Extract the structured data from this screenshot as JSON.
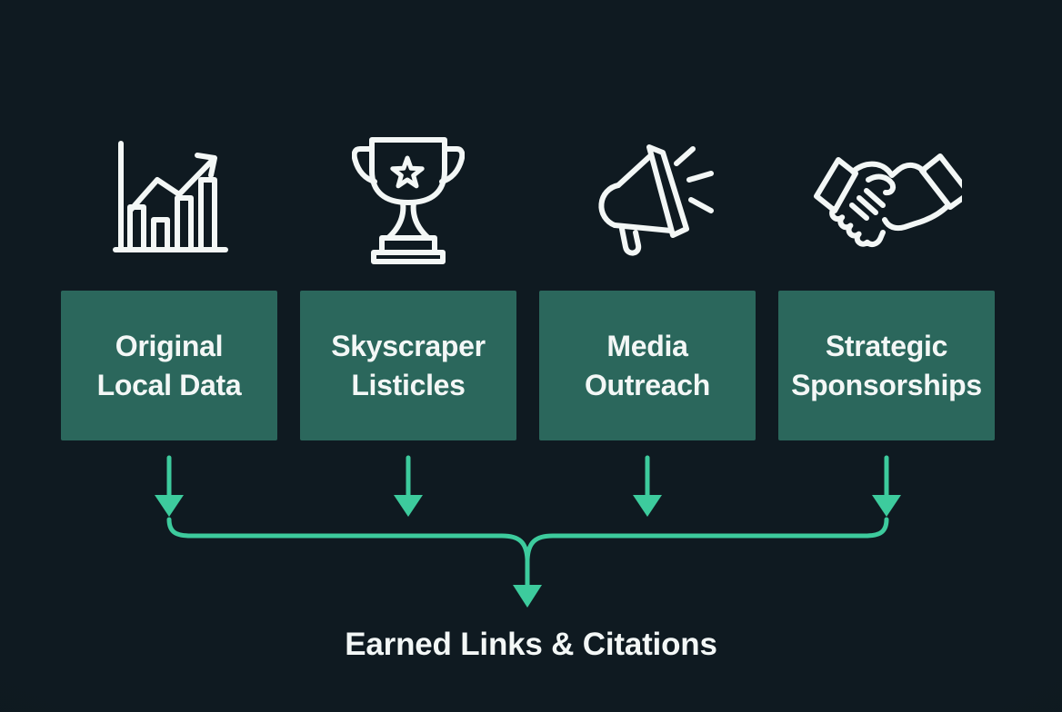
{
  "palette": {
    "background": "#0f1a21",
    "background_edge": "#0b141a",
    "box_fill": "#2b675c",
    "accent_green": "#3dcb9d",
    "icon_white": "#f3f7f6",
    "text_white": "#f3f7f6"
  },
  "diagram": {
    "type": "flow-funnel",
    "description": "Four link-building tactics funnel into one outcome"
  },
  "columns": [
    {
      "icon": "bar-chart-growth",
      "lines": [
        "Original",
        "Local Data"
      ]
    },
    {
      "icon": "trophy",
      "lines": [
        "Skyscraper",
        "Listicles"
      ]
    },
    {
      "icon": "megaphone",
      "lines": [
        "Media",
        "Outreach"
      ]
    },
    {
      "icon": "handshake",
      "lines": [
        "Strategic",
        "Sponsorships"
      ]
    }
  ],
  "result": {
    "label": "Earned Links & Citations"
  }
}
